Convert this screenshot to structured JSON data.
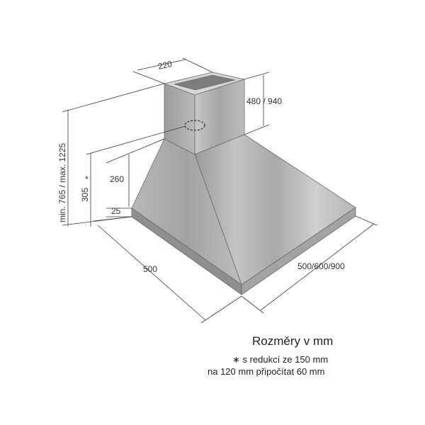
{
  "labels": {
    "chimney_width": "220",
    "chimney_height": "480 / 940",
    "total_height": "min. 765 / max. 1225",
    "reducer_height": "305",
    "reducer_star": "*",
    "canopy_height": "260",
    "base_height": "25",
    "depth": "500",
    "width": "500/600/900"
  },
  "caption": {
    "title": "Rozměry v mm",
    "note_line1": "∗  s redukcí ze 150 mm",
    "note_line2": "na 120 mm připočítat 60 mm"
  },
  "colors": {
    "steel_light": "#c9c9c9",
    "steel_mid": "#a9a9a9",
    "steel_dark": "#8c8c8c",
    "line": "#3a3a3a"
  }
}
